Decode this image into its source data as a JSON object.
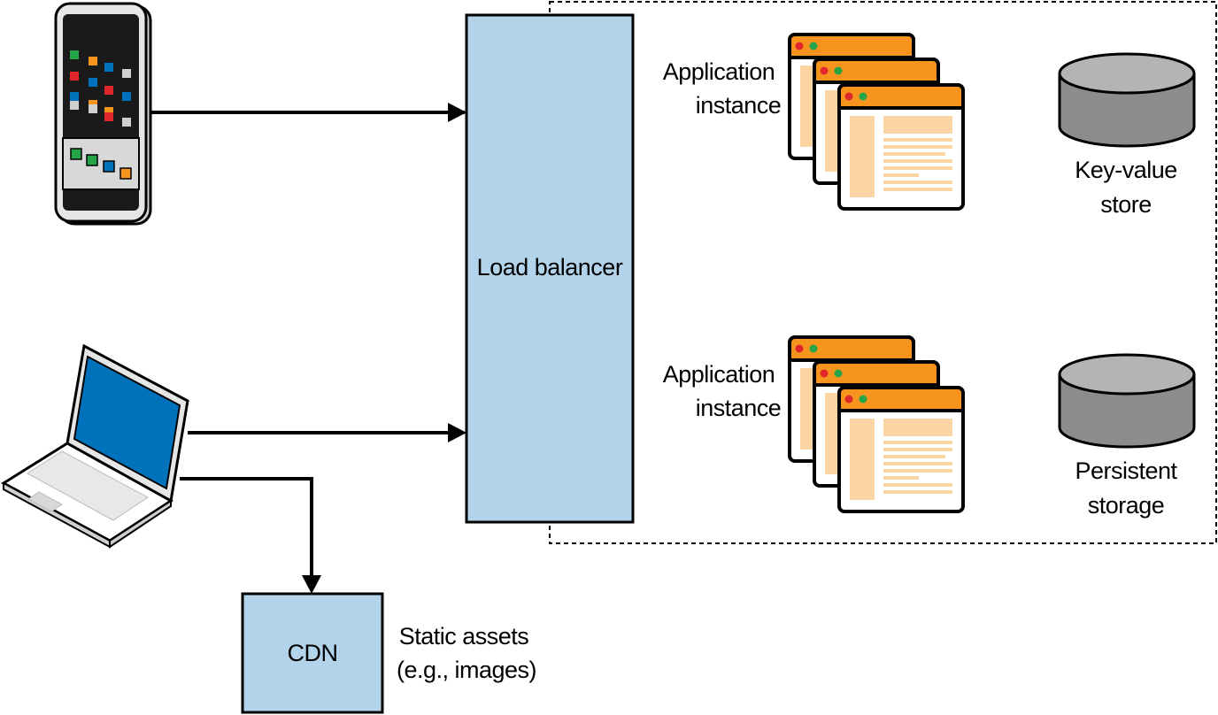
{
  "load_balancer": {
    "label": "Load balancer"
  },
  "app_instances": [
    {
      "line1": "Application",
      "line2": "instance"
    },
    {
      "line1": "Application",
      "line2": "instance"
    }
  ],
  "key_value_store": {
    "line1": "Key-value",
    "line2": "store"
  },
  "persistent_storage": {
    "line1": "Persistent",
    "line2": "storage"
  },
  "cdn": {
    "label": "CDN",
    "caption_line1": "Static assets",
    "caption_line2": "(e.g., images)"
  },
  "icons": {
    "phone": "smartphone-icon",
    "laptop": "laptop-icon",
    "app_window": "app-window-stack-icon",
    "database": "database-cylinder-icon"
  },
  "colors": {
    "box_fill": "#b2d3ea",
    "window_bar": "#f7941e",
    "window_content": "#fcd5a5",
    "database": "#a0a0a0",
    "laptop_screen": "#0072bc"
  }
}
